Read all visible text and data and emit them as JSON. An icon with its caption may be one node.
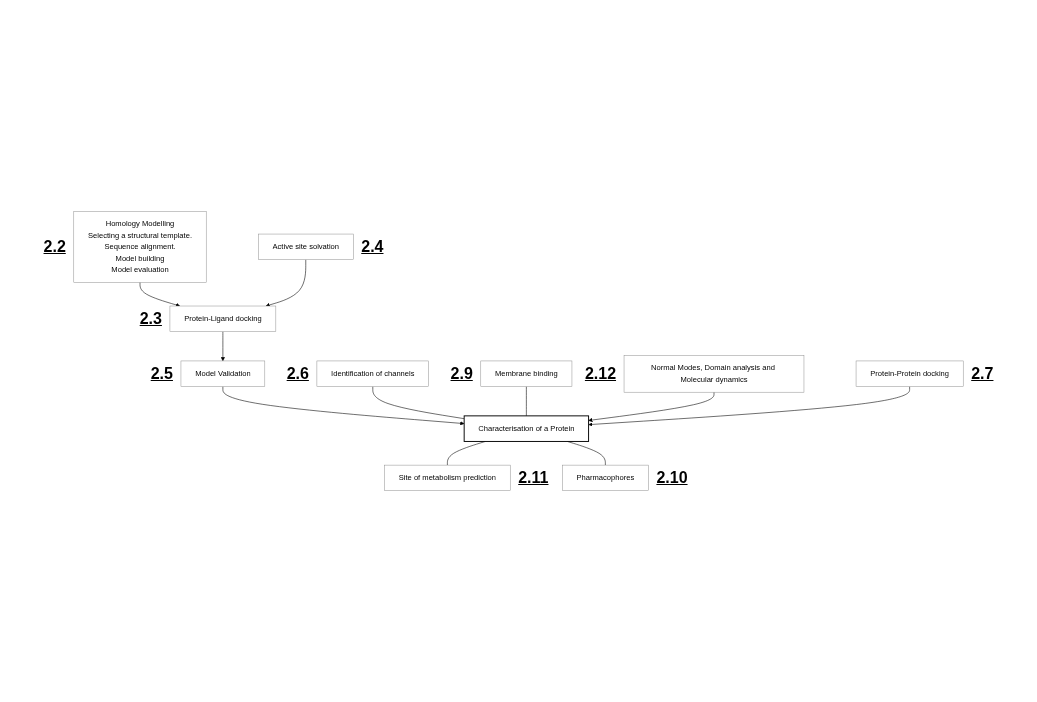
{
  "diagram": {
    "nodes": [
      {
        "text": [
          "Homology Modelling",
          "Selecting a structural template.",
          "Sequence alignment.",
          "Model building",
          "Model evaluation"
        ],
        "beside": [
          "2.2"
        ]
      },
      {
        "text": [
          "Protein-Ligand docking"
        ],
        "beside": [
          "2.3"
        ]
      },
      {
        "text": [
          "Active site solvation"
        ],
        "beside": [
          "2.4"
        ]
      },
      {
        "text": [
          "Model Validation"
        ],
        "beside": [
          "2.5"
        ]
      },
      {
        "text": [
          "Characterisation of a Protein"
        ]
      },
      {
        "text": [
          "Identification of channels"
        ],
        "beside": [
          "2.6"
        ]
      },
      {
        "text": [
          "Membrane binding"
        ],
        "beside": [
          "2.9"
        ]
      },
      {
        "text": [
          "Site of metabolism prediction"
        ],
        "beside": [
          "2.11"
        ]
      },
      {
        "text": [
          "Pharmacophores"
        ],
        "beside": [
          "2.10"
        ]
      },
      {
        "text": [
          "Normal Modes, Domain analysis and Molecular dynamics"
        ],
        "beside": [
          "2.12"
        ]
      },
      {
        "text": [
          "Protein-Protein docking"
        ],
        "beside": [
          "2.7"
        ]
      }
    ],
    "edges": [
      {
        "from": 0,
        "to": 1,
        "arrow": "to"
      },
      {
        "from": 2,
        "to": 1,
        "arrow": "to"
      },
      {
        "from": 1,
        "to": 3,
        "arrow": "to"
      },
      {
        "from": 3,
        "to": 4,
        "arrow": "to"
      },
      {
        "from": 5,
        "to": 4,
        "arrow": "none"
      },
      {
        "from": 6,
        "to": 4,
        "arrow": "none"
      },
      {
        "from": 4,
        "to": 7,
        "arrow": "none"
      },
      {
        "from": 4,
        "to": 8,
        "arrow": "none"
      },
      {
        "from": 9,
        "to": 4,
        "arrow": "to"
      },
      {
        "from": 10,
        "to": 4,
        "arrow": "to"
      }
    ]
  }
}
